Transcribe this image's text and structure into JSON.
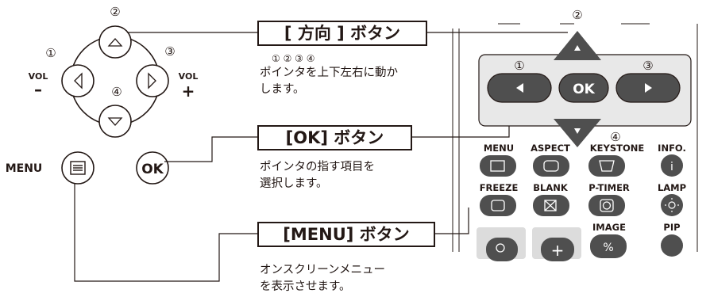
{
  "labels": {
    "direction_button": "[ 方向 ] ボタン",
    "ok_button": "[OK] ボタン",
    "menu_button": "[MENU] ボタン"
  },
  "descriptions": {
    "direction_numbers": "① ② ③ ④",
    "direction_line1": "ポインタを上下左右に動か",
    "direction_line2": "します。",
    "ok_line1": "ポインタの指す項目を",
    "ok_line2": "選択します。",
    "menu_line1": "オンスクリーンメニュー",
    "menu_line2": "を表示させます。"
  },
  "panel_left": {
    "num_up": "②",
    "num_left": "①",
    "num_right": "③",
    "num_down": "④",
    "vol_left": "VOL",
    "vol_minus": "–",
    "vol_right": "VOL",
    "vol_plus": "+",
    "menu_text": "MENU",
    "ok_text": "OK"
  },
  "remote": {
    "num_up": "②",
    "num_left": "①",
    "num_right": "③",
    "num_down": "④",
    "ok_text": "OK",
    "row1": [
      "MENU",
      "ASPECT",
      "KEYSTONE",
      "INFO."
    ],
    "row2": [
      "FREEZE",
      "BLANK",
      "P-TIMER",
      "LAMP"
    ],
    "row3": [
      "IMAGE",
      "PIP"
    ]
  }
}
